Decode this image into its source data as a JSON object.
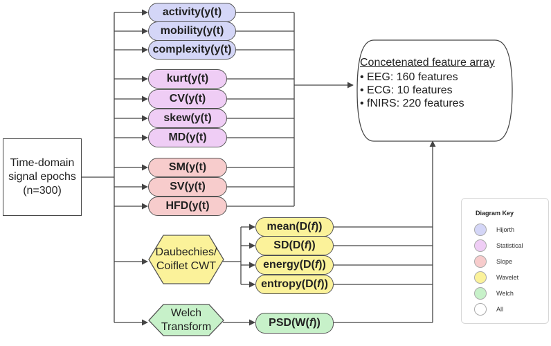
{
  "source": {
    "lines": [
      "Time-domain",
      "signal epochs",
      "(n=300)"
    ]
  },
  "hjorth": [
    "activity(y(t)",
    "mobility(y(t)",
    "complexity(y(t)"
  ],
  "statistical": [
    "kurt(y(t)",
    "CV(y(t)",
    "skew(y(t)",
    "MD(y(t)"
  ],
  "slope": [
    "SM(y(t)",
    "SV(y(t)",
    "HFD(y(t)"
  ],
  "wavelet_transform": {
    "lines": [
      "Daubechies/",
      "Coiflet CWT"
    ]
  },
  "wavelet_features": [
    {
      "prefix": "mean(D(",
      "var": "f",
      "suffix": "))"
    },
    {
      "prefix": "SD(D(",
      "var": "f",
      "suffix": "))"
    },
    {
      "prefix": "energy(D(",
      "var": "f",
      "suffix": "))"
    },
    {
      "prefix": "entropy(D(",
      "var": "f",
      "suffix": "))"
    }
  ],
  "welch_transform": {
    "lines": [
      "Welch",
      "Transform"
    ]
  },
  "welch_feature": {
    "prefix": "PSD(W(",
    "var": "f",
    "suffix": "))"
  },
  "feature_array": {
    "title": "Concetenated feature array",
    "items": [
      "• EEG: 160 features",
      "• ECG: 10 features",
      "• fNIRS: 220 features"
    ]
  },
  "key": {
    "title": "Diagram Key",
    "items": [
      {
        "label": "Hijorth",
        "color": "#d4d6f7"
      },
      {
        "label": "Statistical",
        "color": "#efcdf5"
      },
      {
        "label": "Slope",
        "color": "#f7cccc"
      },
      {
        "label": "Wavelet",
        "color": "#fbf29a"
      },
      {
        "label": "Welch",
        "color": "#c7f1c9"
      },
      {
        "label": "All",
        "color": "#ffffff"
      }
    ]
  },
  "colors": {
    "hjorth": "#d4d6f7",
    "statistical": "#efcdf5",
    "slope": "#f7cccc",
    "wavelet": "#fbf29a",
    "welch": "#c7f1c9",
    "line": "#444444"
  }
}
